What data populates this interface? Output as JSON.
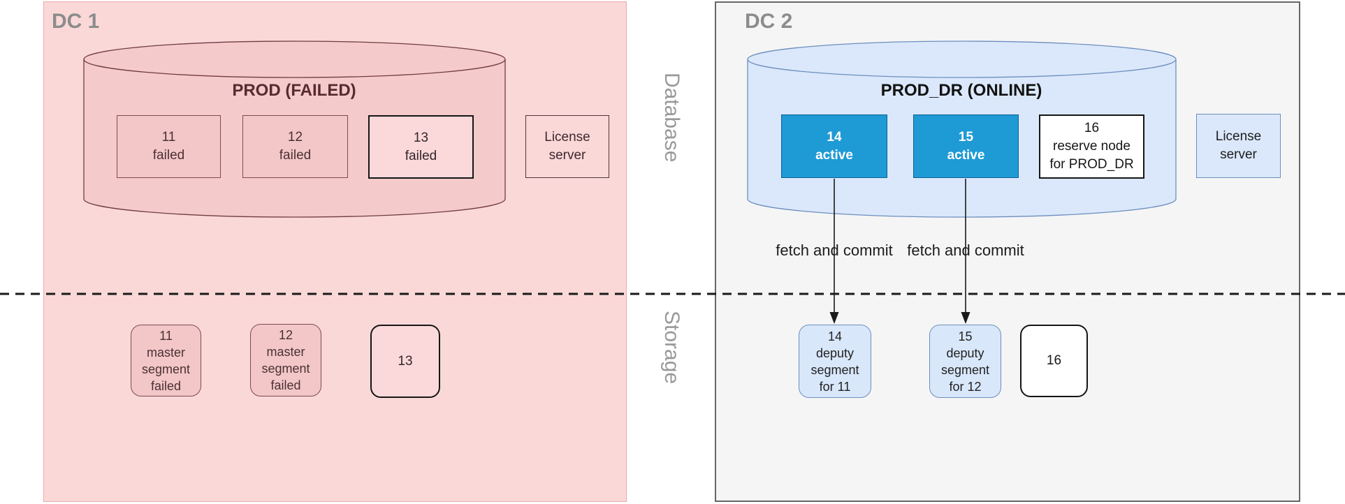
{
  "colors": {
    "dc1_background": "#fbd8d8",
    "dc1_cylinder_fill": "#f5caca",
    "dc1_cylinder_border": "#6f3c43",
    "dc1_node_fill": "#f3c7c7",
    "dc1_node_border": "#7d4a4f",
    "failed_highlight_border": "#151515",
    "dc2_background": "#f5f5f5",
    "dc2_border": "#666666",
    "dc2_cylinder_fill": "#dbe8fb",
    "dc2_cylinder_border": "#6c8ebf",
    "active_node_fill": "#1e9ad5",
    "active_node_border": "#0f6197",
    "label_gray": "#999999",
    "arrow_black": "#1a1a1a"
  },
  "lanes": {
    "database_label": "Database",
    "storage_label": "Storage"
  },
  "dc1": {
    "title": "DC 1",
    "db_title": "PROD (FAILED)",
    "nodes": [
      {
        "text": "11\nfailed"
      },
      {
        "text": "12\nfailed"
      },
      {
        "text": "13\nfailed"
      }
    ],
    "license": {
      "text": "License\nserver"
    },
    "storage": [
      {
        "text": "11\nmaster\nsegment\nfailed"
      },
      {
        "text": "12\nmaster\nsegment\nfailed"
      },
      {
        "text": "13"
      }
    ]
  },
  "dc2": {
    "title": "DC 2",
    "db_title": "PROD_DR (ONLINE)",
    "nodes": [
      {
        "text": "14\nactive"
      },
      {
        "text": "15\nactive"
      },
      {
        "text": "16\nreserve node\nfor PROD_DR"
      }
    ],
    "license": {
      "text": "License\nserver"
    },
    "edges": [
      {
        "label": "fetch and commit"
      },
      {
        "label": "fetch and commit"
      }
    ],
    "storage": [
      {
        "text": "14\ndeputy\nsegment\nfor 11"
      },
      {
        "text": "15\ndeputy\nsegment\nfor 12"
      },
      {
        "text": "16"
      }
    ]
  }
}
